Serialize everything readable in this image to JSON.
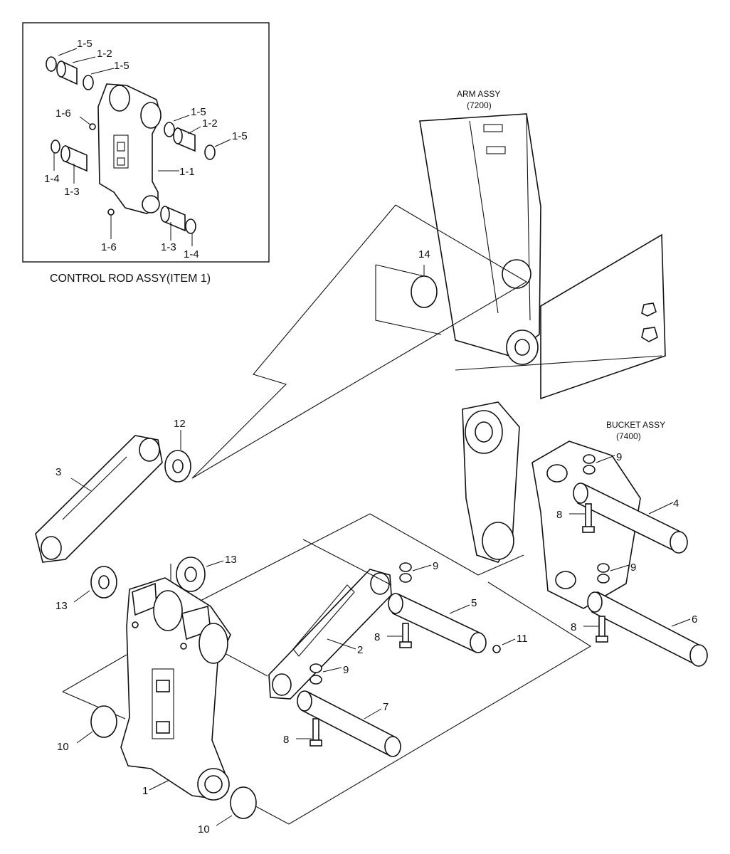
{
  "inset": {
    "caption": "CONTROL ROD ASSY(ITEM 1)",
    "labels": [
      "1-5",
      "1-2",
      "1-5",
      "1-6",
      "1-5",
      "1-2",
      "1-5",
      "1-4",
      "1-3",
      "1-1",
      "1-6",
      "1-3",
      "1-4"
    ]
  },
  "assemblies": {
    "arm_name": "ARM ASSY",
    "arm_code": "(7200)",
    "bucket_name": "BUCKET ASSY",
    "bucket_code": "(7400)"
  },
  "callouts": [
    "14",
    "12",
    "3",
    "9",
    "4",
    "8",
    "13",
    "13",
    "9",
    "9",
    "5",
    "8",
    "8",
    "6",
    "11",
    "2",
    "9",
    "7",
    "8",
    "10",
    "1",
    "10"
  ]
}
